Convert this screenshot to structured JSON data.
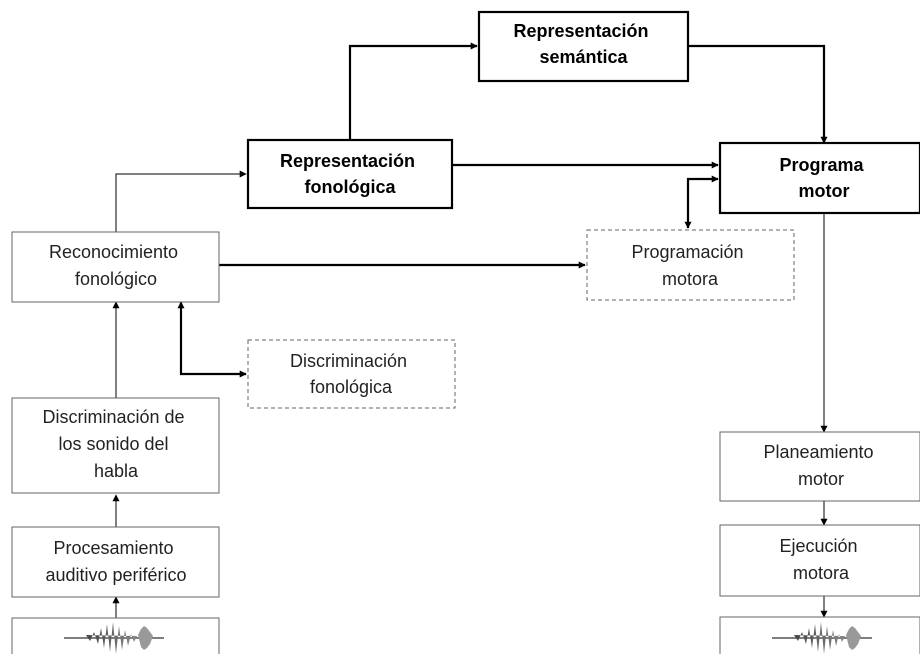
{
  "nodes": {
    "semantic": {
      "lines": [
        "Representación",
        "semántica"
      ]
    },
    "phonological_rep": {
      "lines": [
        "Representación",
        "fonológica"
      ]
    },
    "motor_program": {
      "lines": [
        "Programa",
        "motor"
      ]
    },
    "phonological_recognition": {
      "lines": [
        "Reconocimiento",
        "fonológico"
      ]
    },
    "motor_programming": {
      "lines": [
        "Programación",
        "motora"
      ]
    },
    "phonological_discrimination": {
      "lines": [
        "Discriminación",
        "fonológica"
      ]
    },
    "speech_discrimination": {
      "lines": [
        "Discriminación de",
        "los sonido del",
        "habla"
      ]
    },
    "auditory_processing": {
      "lines": [
        "Procesamiento",
        "auditivo periférico"
      ]
    },
    "motor_planning": {
      "lines": [
        "Planeamiento",
        "motor"
      ]
    },
    "motor_execution": {
      "lines": [
        "Ejecución",
        "motora"
      ]
    }
  }
}
